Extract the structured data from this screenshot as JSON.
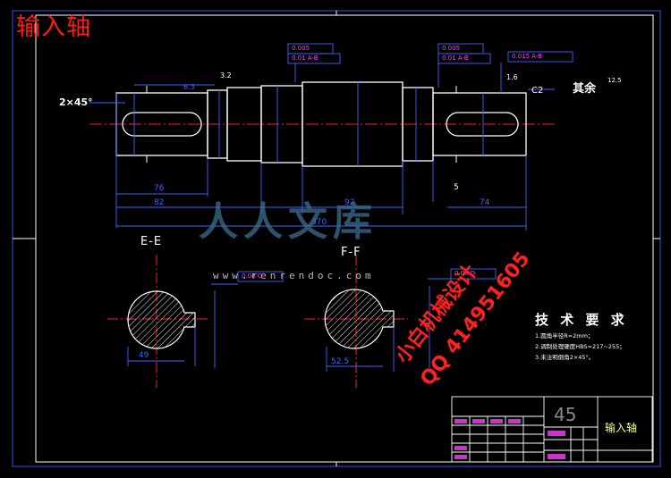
{
  "title": "输入轴",
  "section_labels": {
    "ee": "E-E",
    "ff": "F-F"
  },
  "tech_requirements": {
    "heading": "技 术 要 求",
    "items": [
      "1.圆角半径R=2mm；",
      "2.调制处理硬度HBS=217~255；",
      "3.未注明倒角2×45°。"
    ]
  },
  "annotations": {
    "chamfer": "2×45°",
    "roughness_rest": "其余",
    "roughness_rest_value": "12.5",
    "chamfer_c2": "C2"
  },
  "dimensions": [
    "76",
    "82",
    "370",
    "92",
    "74",
    "5",
    "3.2",
    "1.6",
    "6.3"
  ],
  "tolerance_frames": [
    "0.005",
    "0.01 A-B",
    "0.005",
    "0.01 A-B",
    "0.015 A-B",
    "0.08 C",
    "0.08 D"
  ],
  "section_dims": {
    "ee": "49",
    "ff": "52.5"
  },
  "watermark": {
    "chinese": "人人文库",
    "url": "www.renrendoc.com",
    "red_line1": "小白机械设计",
    "red_line2": "QQ 414951605"
  },
  "title_block": {
    "part_name": "输入轴",
    "material_grade": "45"
  },
  "colors": {
    "background": "#000000",
    "outline": "#ffffff",
    "dimension": "#3c64ff",
    "centerline": "#ff2020",
    "tolerance": "#ff40ff",
    "frame": "#2040ff"
  }
}
